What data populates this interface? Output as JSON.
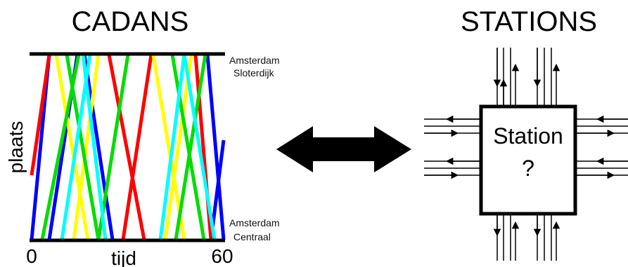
{
  "cadans": {
    "title": "CADANS",
    "y_label": "plaats",
    "x_label": "tijd",
    "x_start": "0",
    "x_end": "60",
    "top_station_line1": "Amsterdam",
    "top_station_line2": "Sloterdijk",
    "bottom_station_line1": "Amsterdam",
    "bottom_station_line2": "Centraal",
    "colors": [
      "#0000ff",
      "#ff0000",
      "#ffff00",
      "#00dd00",
      "#00ffff"
    ]
  },
  "stations": {
    "title": "STATIONS",
    "box_line1": "Station",
    "box_line2": "?"
  },
  "connector": {
    "icon": "double-headed-arrow"
  }
}
